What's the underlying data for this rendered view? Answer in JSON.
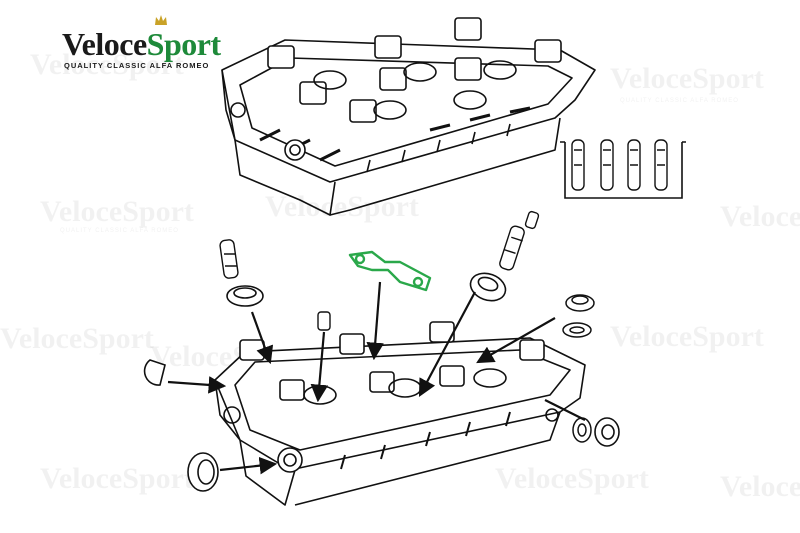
{
  "brand": {
    "name_part1": "Veloce",
    "name_part2": "Sport",
    "tagline": "QUALITY CLASSIC ALFA ROMEO",
    "primary_color": "#1a1a1a",
    "accent_color": "#1e8a3a"
  },
  "diagram": {
    "highlight_color": "#2aa84a",
    "line_color": "#111111"
  }
}
